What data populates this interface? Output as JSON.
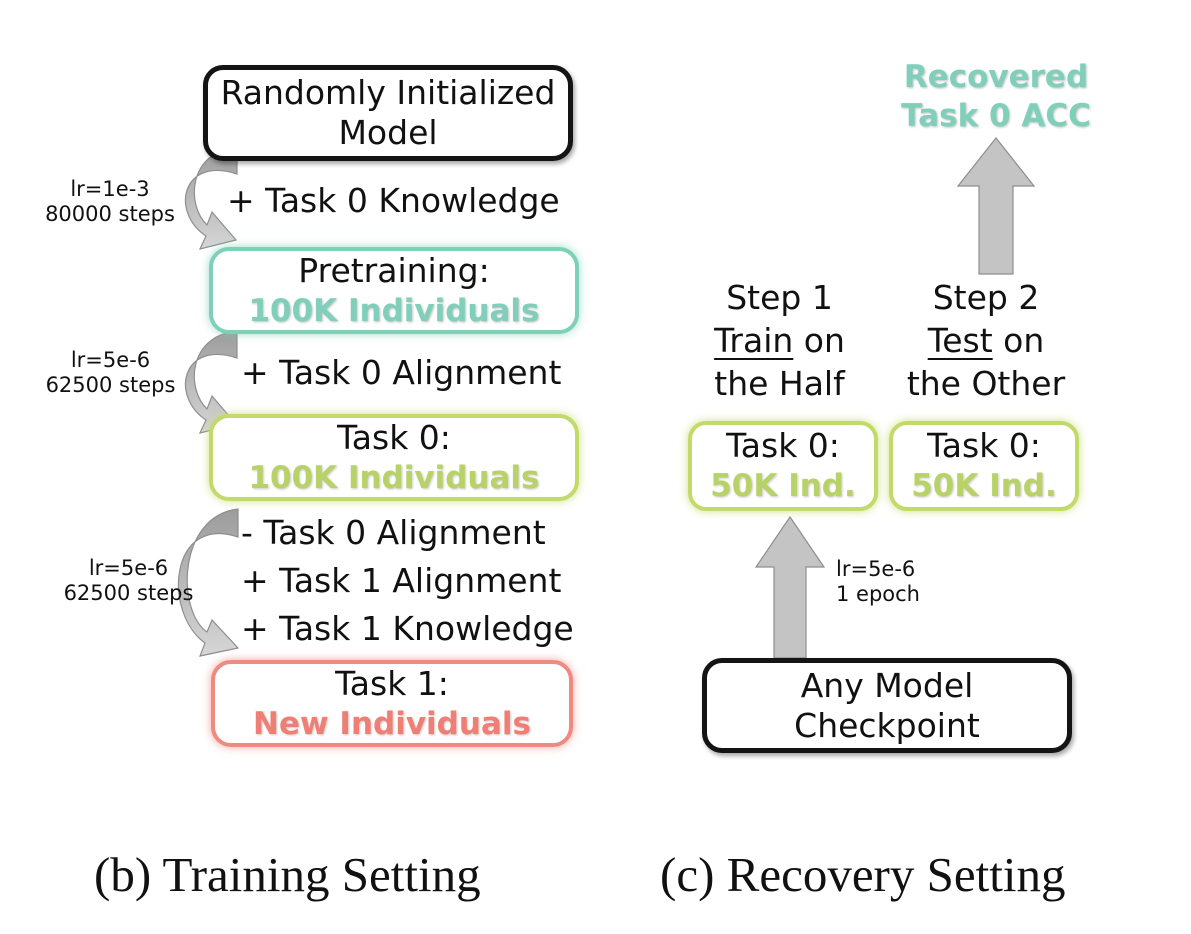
{
  "training": {
    "box_init": {
      "line1": "Randomly Initialized",
      "line2": "Model"
    },
    "box_pretrain": {
      "line1": "Pretraining:",
      "line2": "100K Individuals"
    },
    "box_task0": {
      "line1": "Task 0:",
      "line2": "100K Individuals"
    },
    "box_task1": {
      "line1": "Task 1:",
      "line2": "New Individuals"
    },
    "arrow1": {
      "lr": "lr=1e-3",
      "steps": "80000 steps",
      "ops": [
        "+ Task 0 Knowledge"
      ]
    },
    "arrow2": {
      "lr": "lr=5e-6",
      "steps": "62500 steps",
      "ops": [
        "+ Task 0 Alignment"
      ]
    },
    "arrow3": {
      "lr": "lr=5e-6",
      "steps": "62500 steps",
      "ops": [
        "- Task 0 Alignment",
        "+ Task 1 Alignment",
        "+ Task 1 Knowledge"
      ]
    },
    "caption": "(b) Training Setting"
  },
  "recovery": {
    "recovered_line1": "Recovered",
    "recovered_line2": "Task 0 ACC",
    "step1": {
      "title": "Step 1",
      "verb": "Train",
      "rest": " on",
      "line3": "the Half"
    },
    "step2": {
      "title": "Step 2",
      "verb": "Test",
      "rest": " on",
      "line3": "the Other"
    },
    "box_half1": {
      "line1": "Task 0:",
      "line2": "50K Ind."
    },
    "box_half2": {
      "line1": "Task 0:",
      "line2": "50K Ind."
    },
    "arrow_label": {
      "lr": "lr=5e-6",
      "epoch": "1 epoch"
    },
    "box_checkpoint": {
      "line1": "Any Model",
      "line2": "Checkpoint"
    },
    "caption": "(c) Recovery Setting"
  },
  "colors": {
    "teal": "#7fcfba",
    "green": "#c2da6a",
    "red": "#ef7e74",
    "arrow_gray": "#bdbdbd"
  }
}
